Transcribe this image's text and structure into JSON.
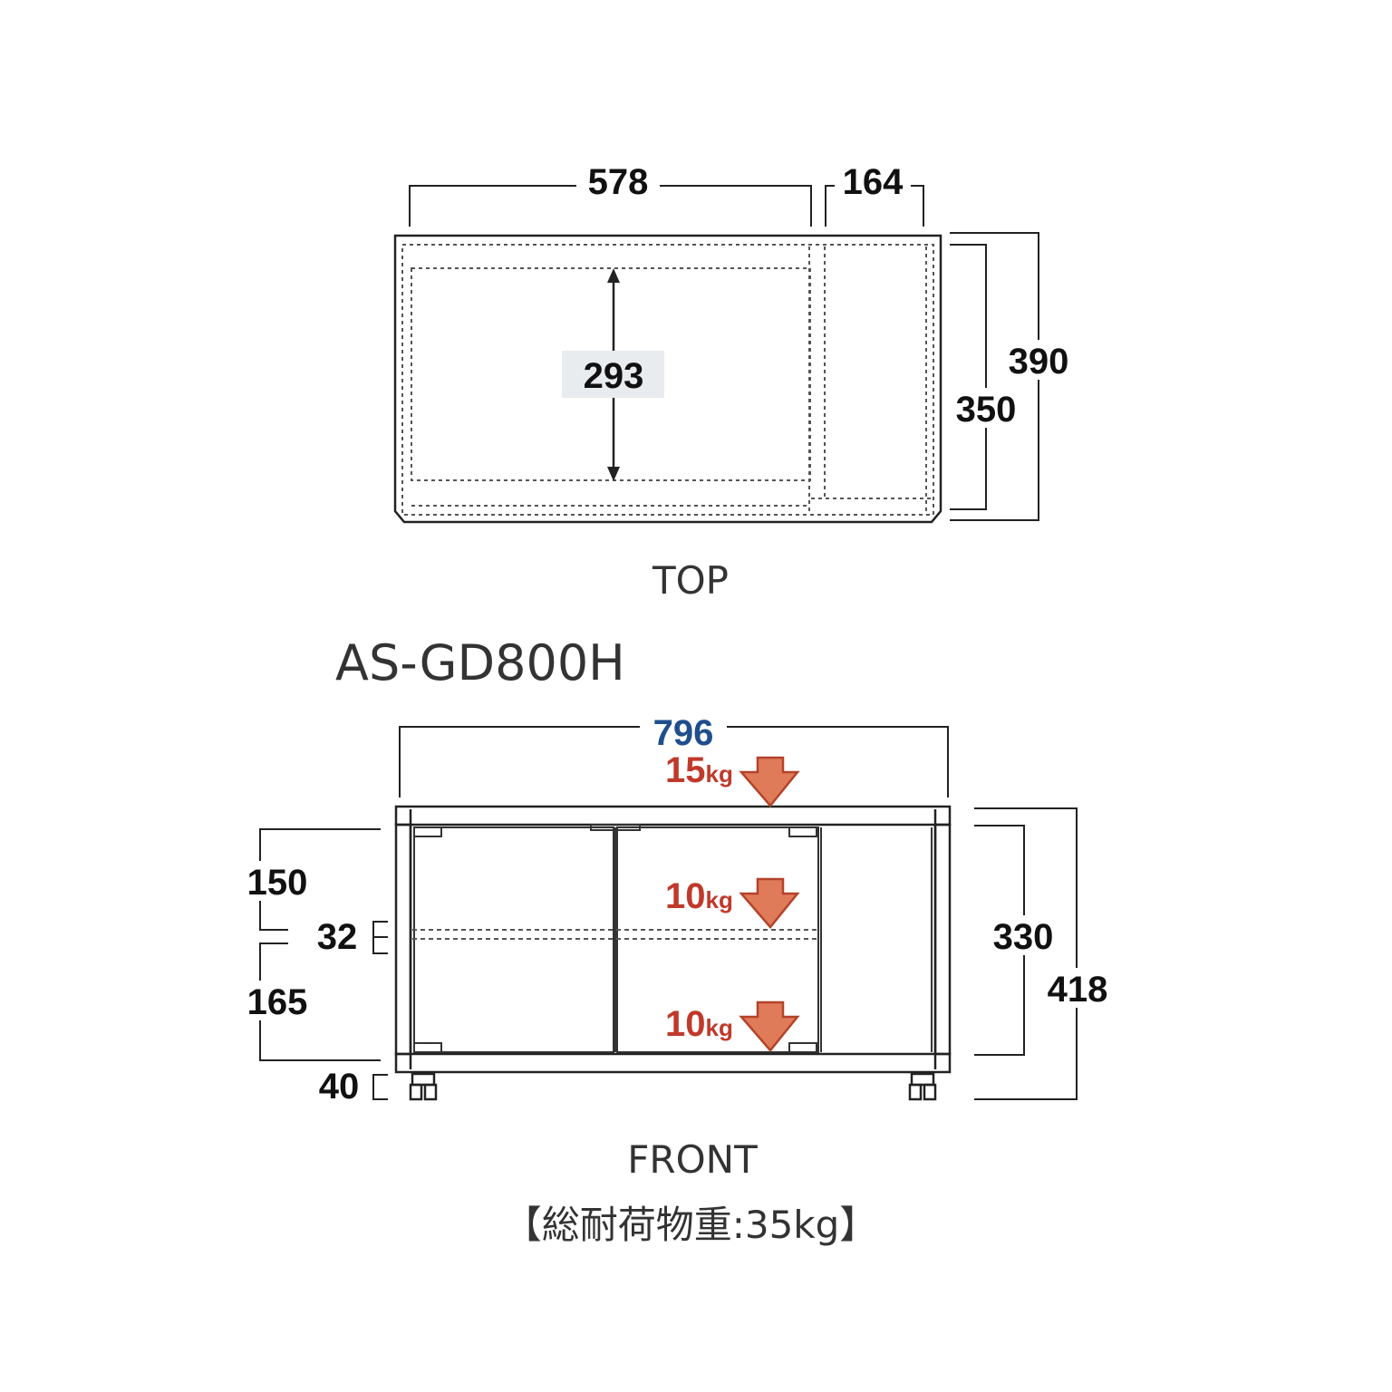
{
  "top_view": {
    "dim_width_main": "578",
    "dim_width_side": "164",
    "dim_inner_depth": "293",
    "dim_depth_inner": "350",
    "dim_depth_total": "390",
    "caption": "TOP"
  },
  "model_name": "AS-GD800H",
  "front_view": {
    "dim_total_width": "796",
    "load_top": {
      "value": "15",
      "unit": "kg"
    },
    "load_middle": {
      "value": "10",
      "unit": "kg"
    },
    "load_bottom": {
      "value": "10",
      "unit": "kg"
    },
    "dim_upper_space": "150",
    "dim_shelf_thickness": "32",
    "dim_lower_space": "165",
    "dim_base_height": "40",
    "dim_inner_height": "330",
    "dim_total_height": "418",
    "caption": "FRONT",
    "total_load_note": "【総耐荷物重:35kg】"
  },
  "colors": {
    "line": "#222222",
    "dotted": "#555555",
    "accent_blue": "#1f4e8c",
    "load_red": "#c0392b",
    "arrow_fill": "#e07b5a",
    "arrow_stroke": "#b3432a",
    "label_bg": "#e8ecef"
  }
}
